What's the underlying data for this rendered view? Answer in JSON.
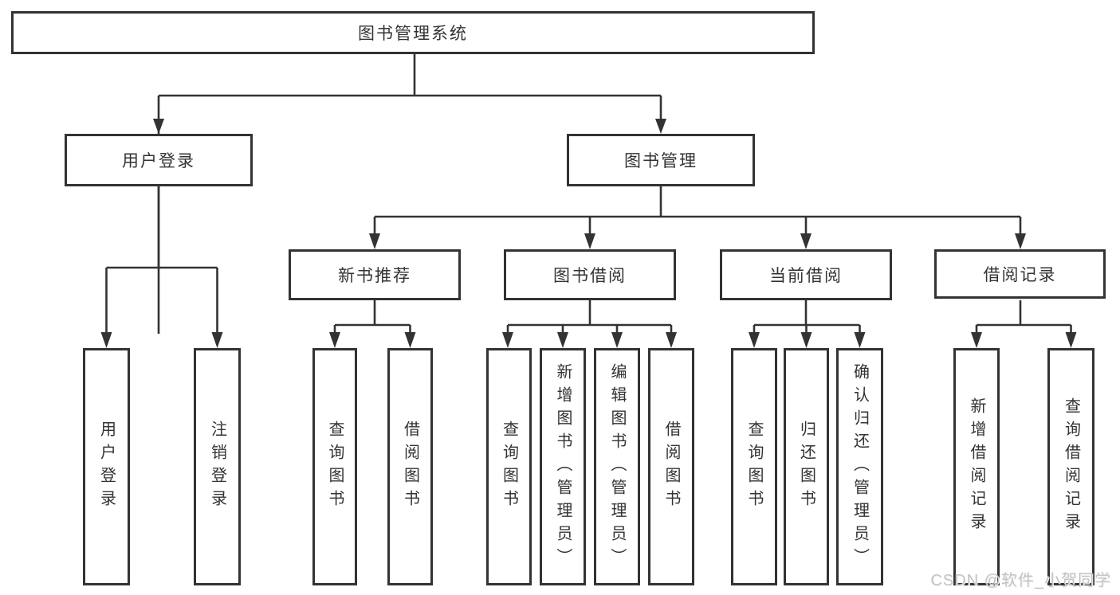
{
  "diagram": {
    "title": "图书管理系统",
    "root": {
      "label": "图书管理系统"
    },
    "level1": [
      {
        "label": "用户登录"
      },
      {
        "label": "图书管理"
      }
    ],
    "level2": [
      {
        "label": "新书推荐"
      },
      {
        "label": "图书借阅"
      },
      {
        "label": "当前借阅"
      },
      {
        "label": "借阅记录"
      }
    ],
    "leaves": {
      "user_login": [
        {
          "label": "用户登录"
        },
        {
          "label": "注销登录"
        }
      ],
      "new_books": [
        {
          "label": "查询图书"
        },
        {
          "label": "借阅图书"
        }
      ],
      "book_borrow": [
        {
          "label": "查询图书"
        },
        {
          "label": "新增图书（管理员）"
        },
        {
          "label": "编辑图书（管理员）"
        },
        {
          "label": "借阅图书"
        }
      ],
      "current_borrow": [
        {
          "label": "查询图书"
        },
        {
          "label": "归还图书"
        },
        {
          "label": "确认归还（管理员）"
        }
      ],
      "borrow_records": [
        {
          "label": "新增借阅记录"
        },
        {
          "label": "查询借阅记录"
        }
      ]
    }
  },
  "watermark": {
    "text": "CSDN @软件_小贺同学"
  },
  "colors": {
    "stroke": "#333333",
    "text": "#333333",
    "background": "#ffffff",
    "watermark": "#c4c4c4"
  }
}
